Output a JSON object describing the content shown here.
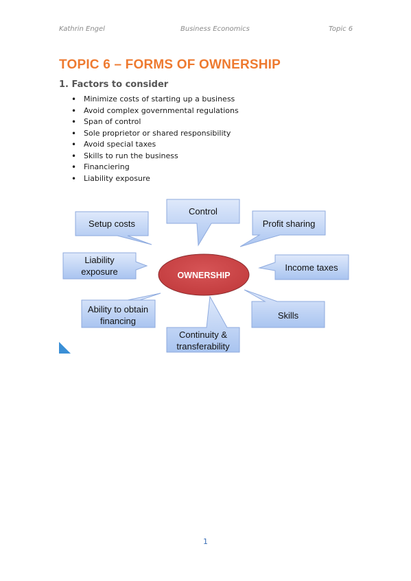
{
  "header": {
    "author": "Kathrin Engel",
    "subject": "Business Economics",
    "topic": "Topic 6"
  },
  "title": "TOPIC 6 – FORMS OF OWNERSHIP",
  "section": {
    "heading": "1. Factors to consider",
    "items": [
      "Minimize costs of starting up a business",
      "Avoid complex governmental regulations",
      "Span of control",
      "Sole proprietor or shared responsibility",
      "Avoid special taxes",
      "Skills to run the business",
      "Financiering",
      "Liability exposure"
    ]
  },
  "diagram": {
    "center": "OWNERSHIP",
    "callouts": {
      "setup_costs": "Setup costs",
      "control": "Control",
      "profit_sharing": "Profit sharing",
      "liability_line1": "Liability",
      "liability_line2": "exposure",
      "income_taxes": "Income taxes",
      "financing_line1": "Ability to obtain",
      "financing_line2": "financing",
      "skills": "Skills",
      "continuity_line1": "Continuity &",
      "continuity_line2": "transferability"
    },
    "colors": {
      "callout_fill_top": "#dfe9fb",
      "callout_fill_bottom": "#a9c4f0",
      "callout_stroke": "#8eaade",
      "center_fill": "#c0393b",
      "corner_marker": "#3a8fd6"
    }
  },
  "footer": {
    "page_number": "1"
  }
}
